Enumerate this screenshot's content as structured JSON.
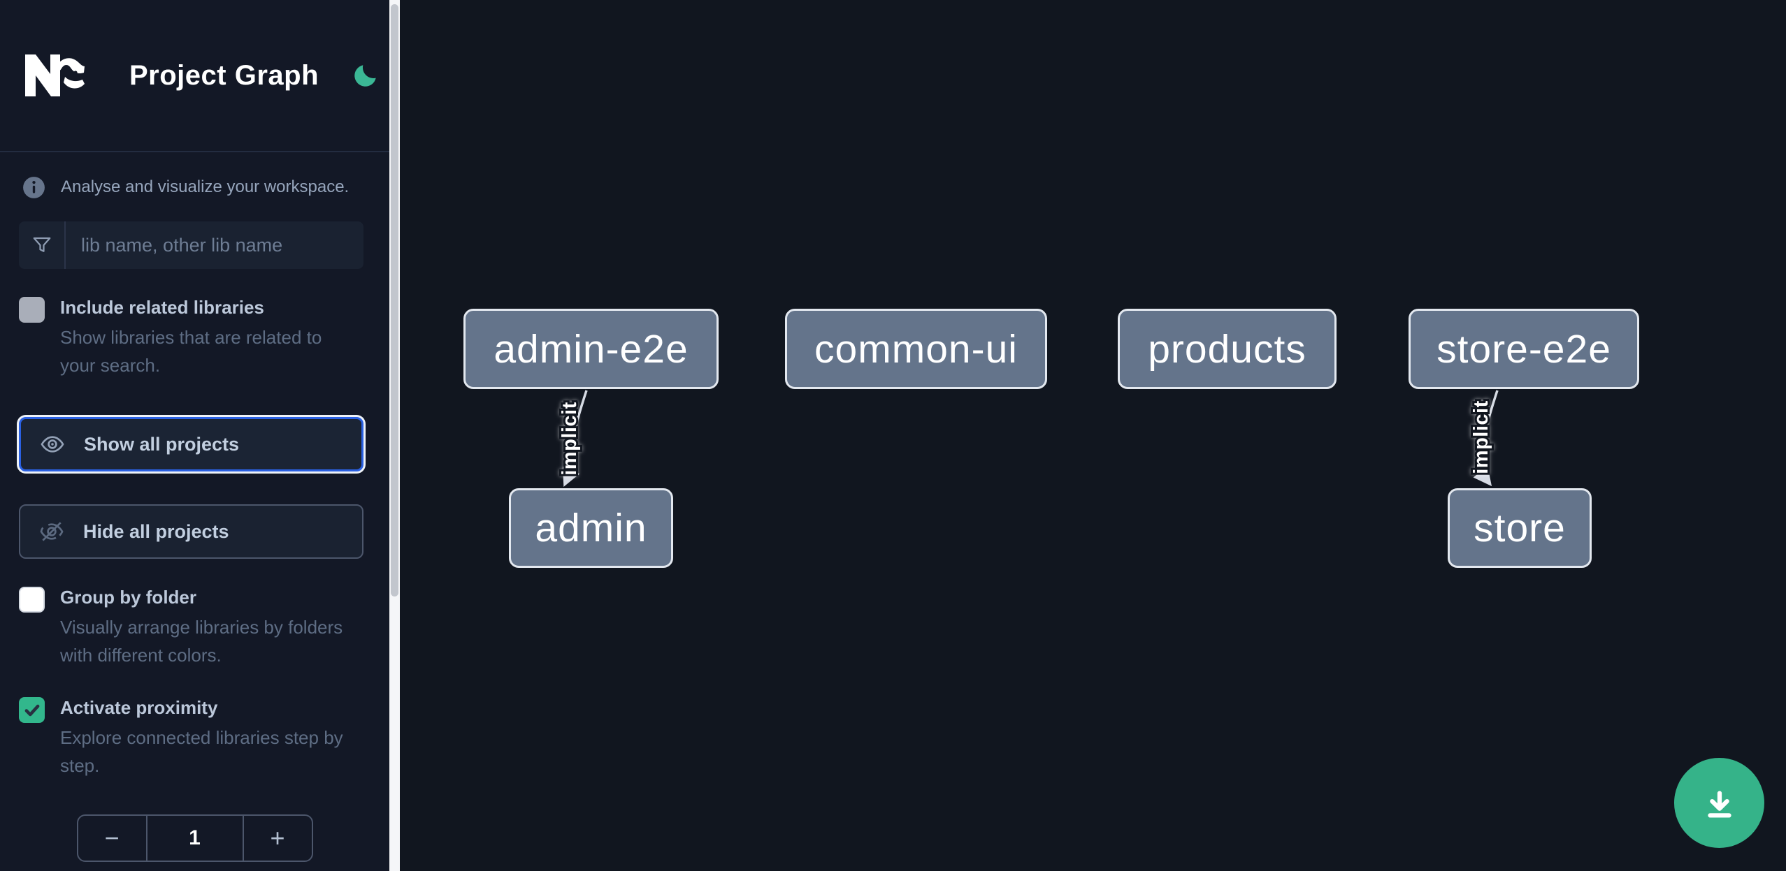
{
  "header": {
    "title": "Project Graph",
    "logo": "nx-logo",
    "theme_toggle": "moon-icon"
  },
  "sidebar": {
    "info": "Analyse and visualize your workspace.",
    "search": {
      "placeholder": "lib name, other lib name",
      "value": "",
      "icon": "funnel-icon"
    },
    "checkboxes": [
      {
        "label": "Include related libraries",
        "description": "Show libraries that are related to your search.",
        "checked": false
      },
      {
        "label": "Group by folder",
        "description": "Visually arrange libraries by folders with different colors.",
        "checked": false
      },
      {
        "label": "Activate proximity",
        "description": "Explore connected libraries step by step.",
        "checked": true
      }
    ],
    "buttons": [
      {
        "label": "Show all projects",
        "icon": "eye-icon",
        "focused": true
      },
      {
        "label": "Hide all projects",
        "icon": "eye-off-icon",
        "focused": false
      }
    ],
    "stepper": {
      "decrement": "−",
      "value": "1",
      "increment": "+"
    }
  },
  "graph": {
    "nodes": [
      {
        "label": "admin-e2e"
      },
      {
        "label": "common-ui"
      },
      {
        "label": "products"
      },
      {
        "label": "store-e2e"
      },
      {
        "label": "admin"
      },
      {
        "label": "store"
      }
    ],
    "edges": [
      {
        "from": "admin-e2e",
        "to": "admin",
        "label": "implicit"
      },
      {
        "from": "store-e2e",
        "to": "store",
        "label": "implicit"
      }
    ]
  },
  "fab": {
    "icon": "download-icon"
  },
  "colors": {
    "accent_green": "#35b389",
    "focus_blue": "#2a60e2",
    "node_fill": "#64748b",
    "node_border": "#e3e8ef",
    "sidebar_bg": "#131826",
    "canvas_bg": "#11161f"
  }
}
